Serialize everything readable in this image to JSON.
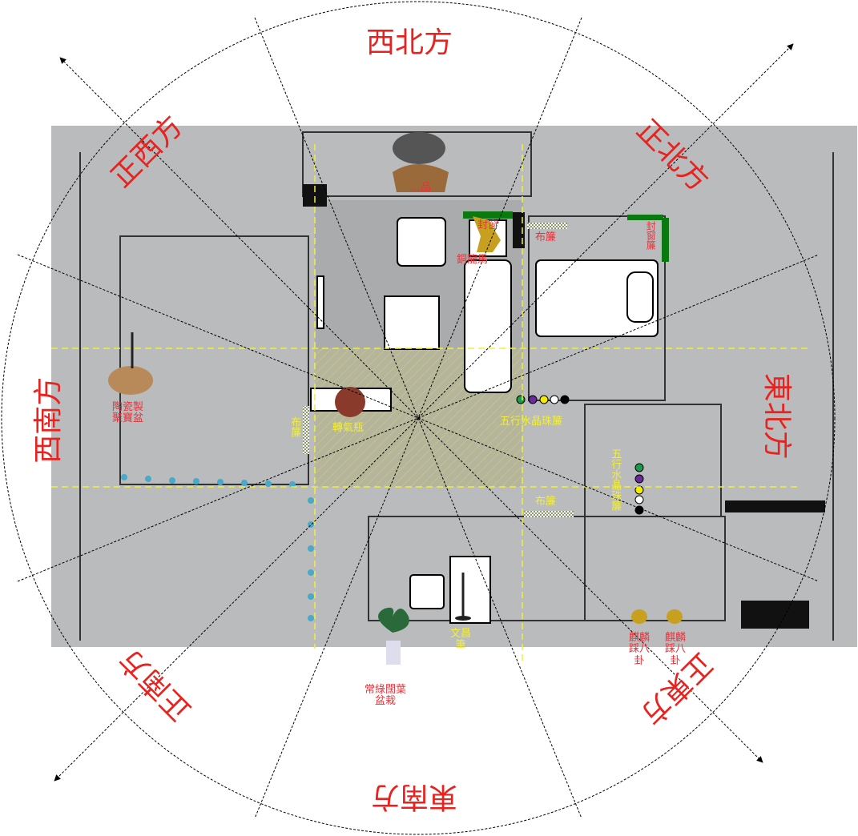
{
  "directions": {
    "nw": "西北方",
    "n": "正北方",
    "ne": "東北方",
    "e": "正東方",
    "se": "東南方",
    "s": "正南方",
    "sw": "西南方",
    "w": "正西方"
  },
  "items": {
    "dragon": "…品",
    "seal_window": "封窗",
    "copper_horse": "銅龍馬",
    "curtain_top": "布簾",
    "seal_window_right": "封窗簾",
    "pot_top": "陶瓷製",
    "pot_bottom": "聚寶盆",
    "curtain_left": "布簾",
    "vase": "轉氣瓶",
    "crystal_curtain_h": "五行水晶珠簾",
    "crystal_curtain_v": "五行水晶珠簾",
    "curtain_mid": "布簾",
    "wenchang_top": "文昌",
    "wenchang_bottom": "筆",
    "plant_top": "常綠闊葉",
    "plant_bottom": "盆栽",
    "qilin": "麒麟踩八卦",
    "qilin2": "麒麟踩八卦"
  },
  "colors": {
    "direction_text": "#e8231f",
    "guide_line": "#f2ee3a",
    "bead_colors": [
      "#1a9a4a",
      "#6a2a9a",
      "#f2ee00",
      "#ffffff",
      "#000000"
    ],
    "seal_green": "#0a7a10"
  }
}
